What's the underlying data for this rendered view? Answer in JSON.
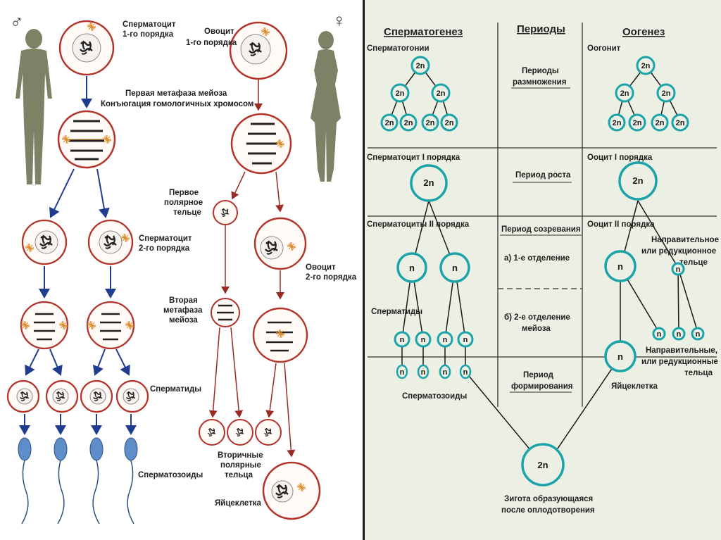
{
  "symbols": {
    "male": "♂",
    "female": "♀"
  },
  "left_panel": {
    "spermatocyte1": "Сперматоцит",
    "spermatocyte1b": "1-го порядка",
    "oocyte1": "Овоцит",
    "oocyte1b": "1-го порядка",
    "metaphase1": "Первая метафаза мейоза",
    "conjugation": "Конъюгация гомологичных хромосом",
    "polar1a": "Первое",
    "polar1b": "полярное",
    "polar1c": "тельце",
    "spermatocyte2": "Сперматоцит",
    "spermatocyte2b": "2-го порядка",
    "oocyte2": "Овоцит",
    "oocyte2b": "2-го порядка",
    "metaphase2a": "Вторая",
    "metaphase2b": "метафаза",
    "metaphase2c": "мейоза",
    "spermatids": "Сперматиды",
    "spermatozoa": "Сперматозоиды",
    "secondary_polar_a": "Вторичные",
    "secondary_polar_b": "полярные",
    "secondary_polar_c": "тельца",
    "egg": "Яйцеклетка"
  },
  "right_panel": {
    "col_spermatogenesis": "Сперматогенез",
    "col_periods": "Периоды",
    "col_oogenesis": "Оогенез",
    "spermatogonia": "Сперматогонии",
    "oogonia": "Оогонит",
    "period_reproduction_a": "Периоды",
    "period_reproduction_b": "размножения",
    "spermatocyte1": "Сперматоцит I порядка",
    "oocyte1": "Ооцит I порядка",
    "period_growth": "Период роста",
    "spermatocytes2": "Сперматоциты II порядка",
    "oocyte2": "Ооцит II порядка",
    "period_maturation": "Период созревания",
    "first_division": "а) 1-е отделение",
    "second_division_a": "б) 2-е отделение",
    "second_division_b": "мейоза",
    "guiding_body_a": "Направительное",
    "guiding_body_b": "или редукционное",
    "guiding_body_c": "тельце",
    "spermatids": "Сперматиды",
    "guiding_bodies_a": "Направительные,",
    "guiding_bodies_b": "или редукционные",
    "guiding_bodies_c": "тельца",
    "spermatozoa": "Сперматозоиды",
    "period_formation_a": "Период",
    "period_formation_b": "формирования",
    "egg": "Яйцеклетка",
    "zygote_a": "Зигота образующаяся",
    "zygote_b": "после оплодотворения",
    "ploidy_2n": "2n",
    "ploidy_n": "n"
  },
  "colors": {
    "left_bg": "#ffffff",
    "right_bg": "#ecefe3",
    "cell_ring": "#b2332a",
    "arrow_blue": "#1f3c8f",
    "arrow_red": "#9a2a22",
    "teal": "#1aa3a8",
    "silhouette": "#7c8266",
    "sperm_blue": "#5d8ec9"
  }
}
